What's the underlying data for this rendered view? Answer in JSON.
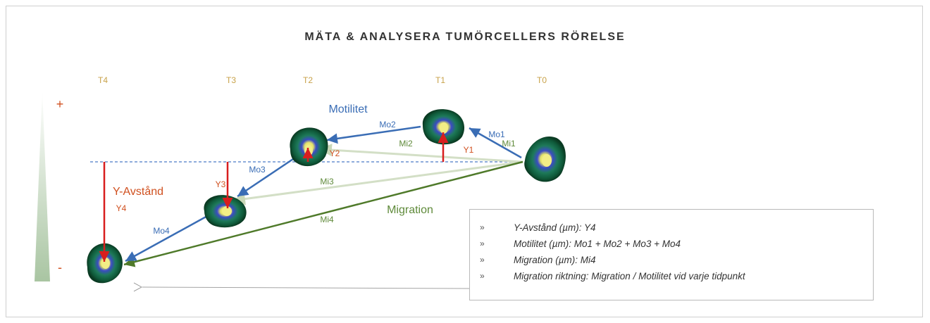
{
  "title": "MÄTA & ANALYSERA TUMÖRCELLERS RÖRELSE",
  "time_labels": {
    "t4": "T4",
    "t3": "T3",
    "t2": "T2",
    "t1": "T1",
    "t0": "T0"
  },
  "scale": {
    "plus": "+",
    "minus": "-"
  },
  "headings": {
    "motility": "Motilitet",
    "migration": "Migration",
    "y_distance": "Y-Avstånd"
  },
  "motility_labels": {
    "mo1": "Mo1",
    "mo2": "Mo2",
    "mo3": "Mo3",
    "mo4": "Mo4"
  },
  "migration_labels": {
    "mi1": "Mi1",
    "mi2": "Mi2",
    "mi3": "Mi3",
    "mi4": "Mi4"
  },
  "y_labels": {
    "y1": "Y1",
    "y2": "Y2",
    "y3": "Y3",
    "y4": "Y4"
  },
  "legend": {
    "bullet": "»",
    "items": [
      "Y-Avstånd (µm): Y4",
      "Motilitet (µm): Mo1 + Mo2 + Mo3 + Mo4",
      "Migration (µm): Mi4",
      "Migration riktning: Migration / Motilitet vid varje tidpunkt"
    ]
  },
  "colors": {
    "motility": "#3a6db5",
    "migration": "#5f8a3a",
    "y_distance": "#d0501f",
    "time_label": "#c8a24a"
  }
}
